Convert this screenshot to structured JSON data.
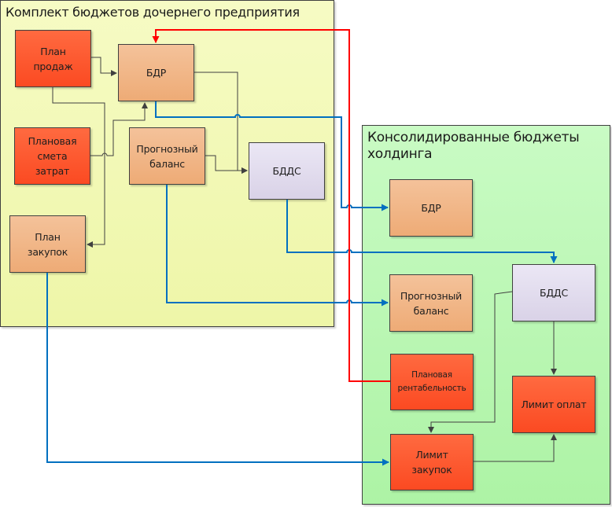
{
  "diagram": {
    "containers": [
      {
        "id": "subsidiary",
        "title": "Комплект бюджетов дочернего предприятия",
        "color": "#f3f9b8"
      },
      {
        "id": "holding",
        "title": "Консолидированные бюджеты холдинга",
        "color": "#bdf7b6"
      }
    ],
    "nodes": {
      "sub_sales_plan": {
        "label": "План\nпродаж",
        "container": "subsidiary",
        "style": "red"
      },
      "sub_bdr": {
        "label": "БДР",
        "container": "subsidiary",
        "style": "orange"
      },
      "sub_cost_estimate": {
        "label": "Плановая\nсмета\nзатрат",
        "container": "subsidiary",
        "style": "red"
      },
      "sub_forecast_balance": {
        "label": "Прогнозный\nбаланс",
        "container": "subsidiary",
        "style": "orange"
      },
      "sub_bdds": {
        "label": "БДДС",
        "container": "subsidiary",
        "style": "lavender"
      },
      "sub_purchase_plan": {
        "label": "План\nзакупок",
        "container": "subsidiary",
        "style": "orange"
      },
      "hold_bdr": {
        "label": "БДР",
        "container": "holding",
        "style": "orange"
      },
      "hold_bdds": {
        "label": "БДДС",
        "container": "holding",
        "style": "lavender"
      },
      "hold_forecast_balance": {
        "label": "Прогнозный\nбаланс",
        "container": "holding",
        "style": "orange"
      },
      "hold_planned_profitability": {
        "label": "Плановая\nрентабельность",
        "container": "holding",
        "style": "red"
      },
      "hold_payment_limit": {
        "label": "Лимит оплат",
        "container": "holding",
        "style": "red"
      },
      "hold_purchase_limit": {
        "label": "Лимит\nзакупок",
        "container": "holding",
        "style": "red"
      }
    },
    "edges": [
      {
        "from": "sub_sales_plan",
        "to": "sub_bdr",
        "color": "#404040"
      },
      {
        "from": "sub_sales_plan",
        "to": "sub_purchase_plan",
        "color": "#404040"
      },
      {
        "from": "sub_cost_estimate",
        "to": "sub_bdr",
        "color": "#404040"
      },
      {
        "from": "sub_bdr",
        "to": "sub_bdds",
        "color": "#404040"
      },
      {
        "from": "sub_forecast_balance",
        "to": "sub_bdds",
        "color": "#404040"
      },
      {
        "from": "sub_bdr",
        "to": "hold_bdr",
        "color": "#0070c0"
      },
      {
        "from": "sub_bdds",
        "to": "hold_bdds",
        "color": "#0070c0"
      },
      {
        "from": "sub_forecast_balance",
        "to": "hold_forecast_balance",
        "color": "#0070c0"
      },
      {
        "from": "sub_purchase_plan",
        "to": "hold_purchase_limit",
        "color": "#0070c0"
      },
      {
        "from": "hold_planned_profitability",
        "to": "sub_bdr",
        "color": "#ff0000"
      },
      {
        "from": "hold_bdds",
        "to": "hold_payment_limit",
        "color": "#404040"
      },
      {
        "from": "hold_bdds",
        "to": "hold_purchase_limit",
        "color": "#404040"
      },
      {
        "from": "hold_purchase_limit",
        "to": "hold_payment_limit",
        "color": "#404040"
      }
    ]
  }
}
